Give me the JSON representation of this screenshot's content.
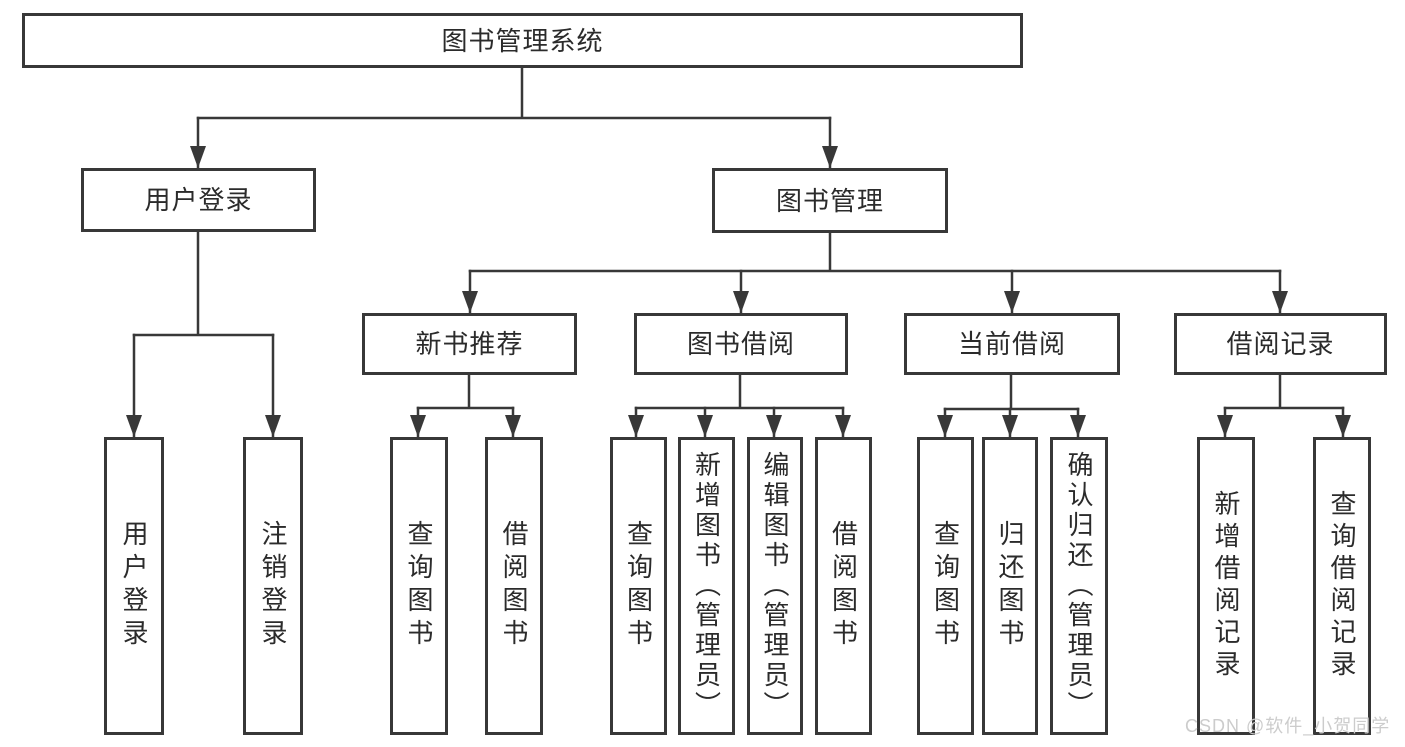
{
  "colors": {
    "line": "#383838",
    "box_border": "#383838",
    "text": "#2b2b2b",
    "background": "#ffffff",
    "watermark": "#cccccc"
  },
  "watermark": {
    "text": "CSDN @软件_小贺同学"
  },
  "nodes": {
    "root": {
      "label": "图书管理系统"
    },
    "user_login": {
      "label": "用户登录"
    },
    "book_management": {
      "label": "图书管理"
    },
    "new_book_recommend": {
      "label": "新书推荐"
    },
    "book_borrow": {
      "label": "图书借阅"
    },
    "current_borrow": {
      "label": "当前借阅"
    },
    "borrow_records": {
      "label": "借阅记录"
    },
    "leaves": {
      "user_login": [
        "用户登录",
        "注销登录"
      ],
      "new_book_recommend": [
        "查询图书",
        "借阅图书"
      ],
      "book_borrow": [
        "查询图书",
        "新增图书（管理员）",
        "编辑图书（管理员）",
        "借阅图书"
      ],
      "current_borrow": [
        "查询图书",
        "归还图书",
        "确认归还（管理员）"
      ],
      "borrow_records": [
        "新增借阅记录",
        "查询借阅记录"
      ]
    }
  }
}
